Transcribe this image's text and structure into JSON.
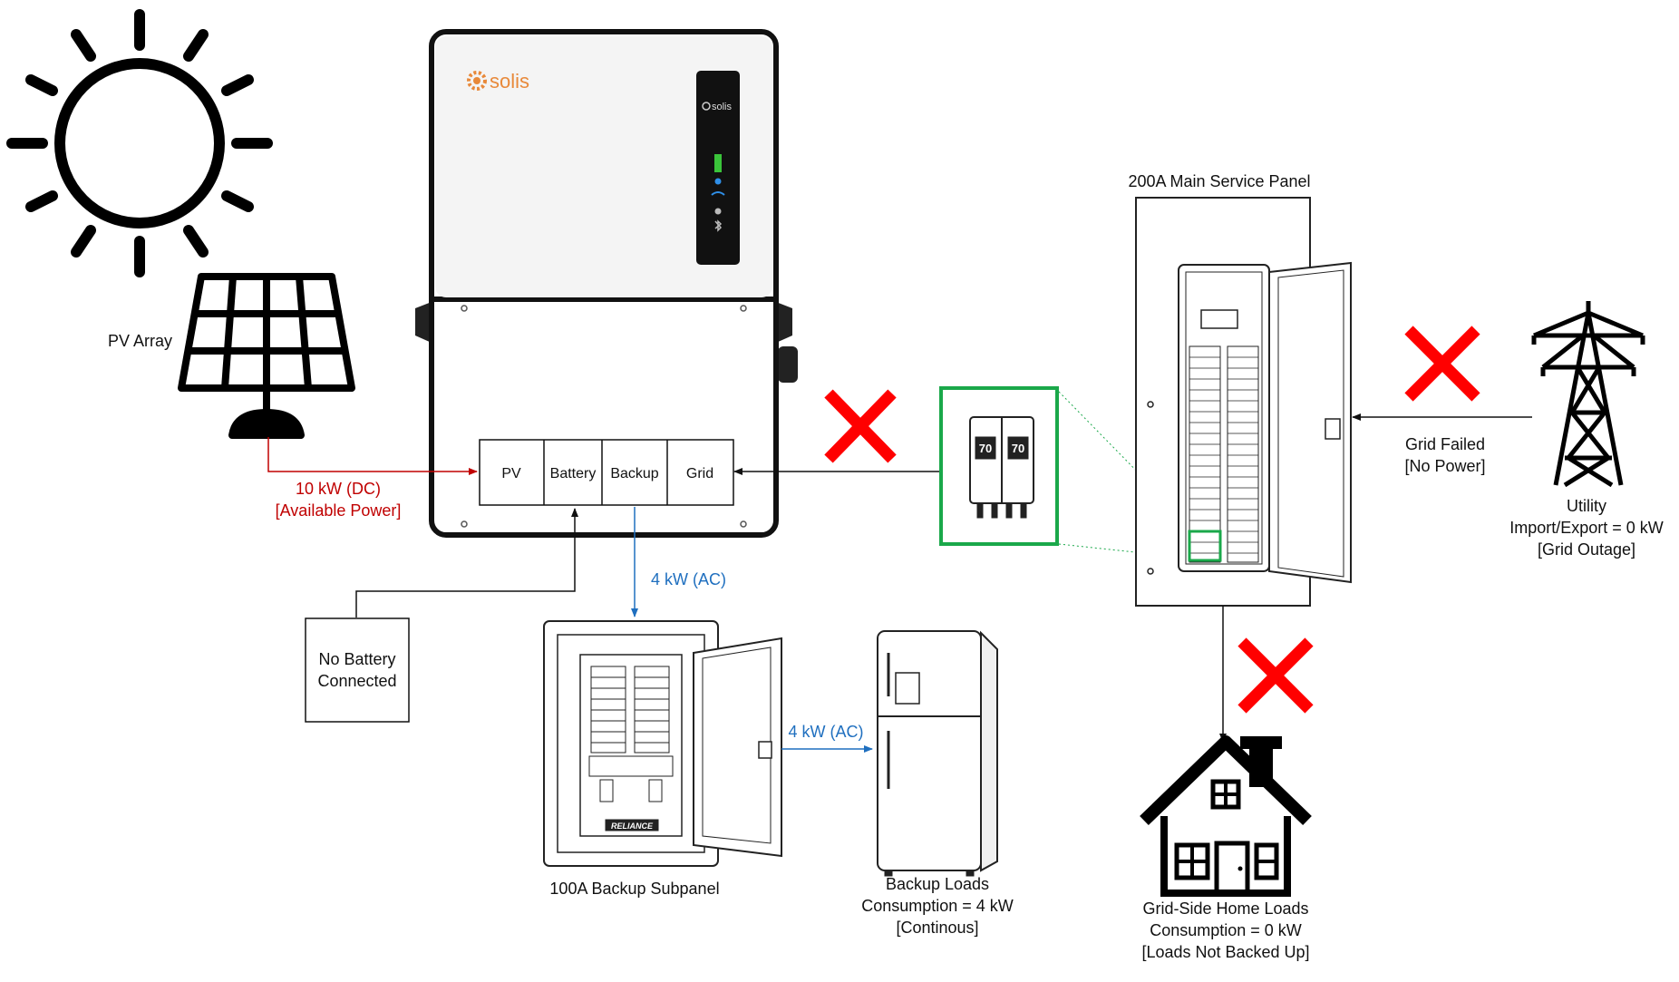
{
  "inverter": {
    "brand": "solis",
    "side_brand": "solis",
    "ports": {
      "pv": "PV",
      "battery": "Battery",
      "backup": "Backup",
      "grid": "Grid"
    }
  },
  "pv": {
    "label": "PV Array",
    "power_line1": "10 kW (DC)",
    "power_line2": "[Available Power]"
  },
  "battery": {
    "line1": "No Battery",
    "line2": "Connected"
  },
  "backup_feed": {
    "label": "4 kW (AC)"
  },
  "subpanel": {
    "label": "100A Backup Subpanel",
    "logo": "RELIANCE",
    "feed_label": "4 kW (AC)"
  },
  "backup_loads": {
    "line1": "Backup Loads",
    "line2": "Consumption = 4 kW",
    "line3": "[Continous]"
  },
  "breaker": {
    "left": "70",
    "right": "70"
  },
  "main_panel": {
    "label": "200A Main Service Panel"
  },
  "grid_status": {
    "line1": "Grid Failed",
    "line2": "[No Power]"
  },
  "utility": {
    "line1": "Utility",
    "line2": "Import/Export = 0 kW",
    "line3": "[Grid Outage]"
  },
  "home_loads": {
    "line1": "Grid-Side Home Loads",
    "line2": "Consumption = 0 kW",
    "line3": "[Loads Not Backed Up]"
  },
  "colors": {
    "dc_line": "#c00000",
    "ac_line": "#1f6fbf",
    "fail_x": "#ff0000",
    "breaker_highlight": "#1aa84a",
    "inverter_accent": "#e8893a"
  },
  "icons": [
    "sun-icon",
    "solar-panel-icon",
    "refrigerator-icon",
    "house-icon",
    "transmission-tower-icon",
    "failure-x-icon"
  ]
}
